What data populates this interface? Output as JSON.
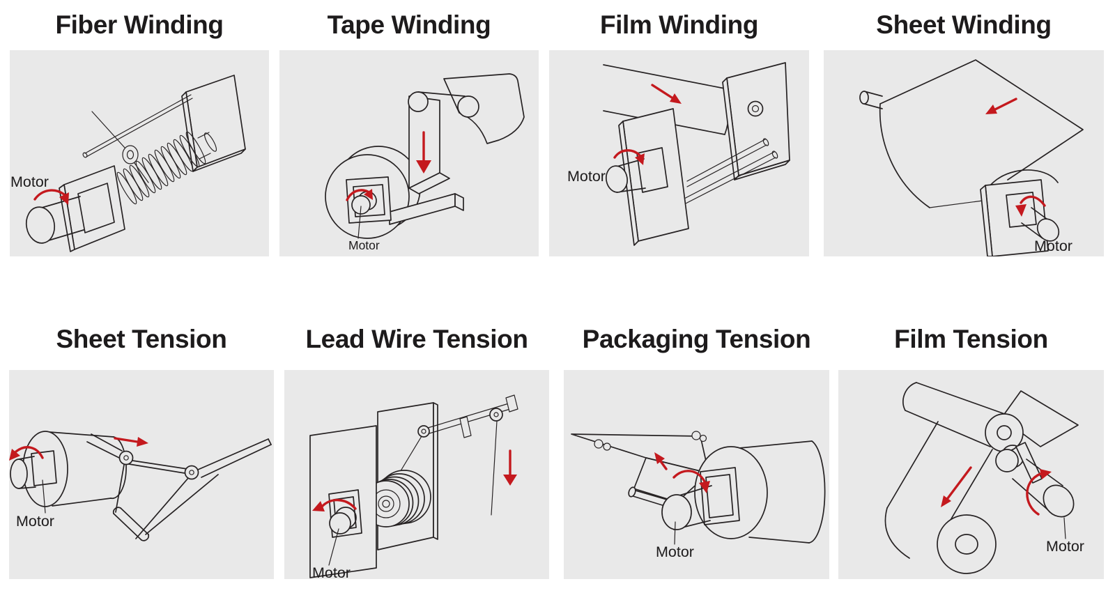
{
  "colors": {
    "page_background": "#ffffff",
    "panel_background": "#e9e9e9",
    "line": "#262223",
    "accent_red": "#c4191e",
    "text": "#1d1b1c"
  },
  "panels": [
    {
      "id": "fiber-winding",
      "title": "Fiber Winding",
      "motor_label": "Motor"
    },
    {
      "id": "tape-winding",
      "title": "Tape Winding",
      "motor_label": "Motor"
    },
    {
      "id": "film-winding",
      "title": "Film Winding",
      "motor_label": "Motor"
    },
    {
      "id": "sheet-winding",
      "title": "Sheet Winding",
      "motor_label": "Motor"
    },
    {
      "id": "sheet-tension",
      "title": "Sheet Tension",
      "motor_label": "Motor"
    },
    {
      "id": "lead-wire-tension",
      "title": "Lead Wire Tension",
      "motor_label": "Motor"
    },
    {
      "id": "packaging-tension",
      "title": "Packaging Tension",
      "motor_label": "Motor"
    },
    {
      "id": "film-tension",
      "title": "Film Tension",
      "motor_label": "Motor"
    }
  ]
}
